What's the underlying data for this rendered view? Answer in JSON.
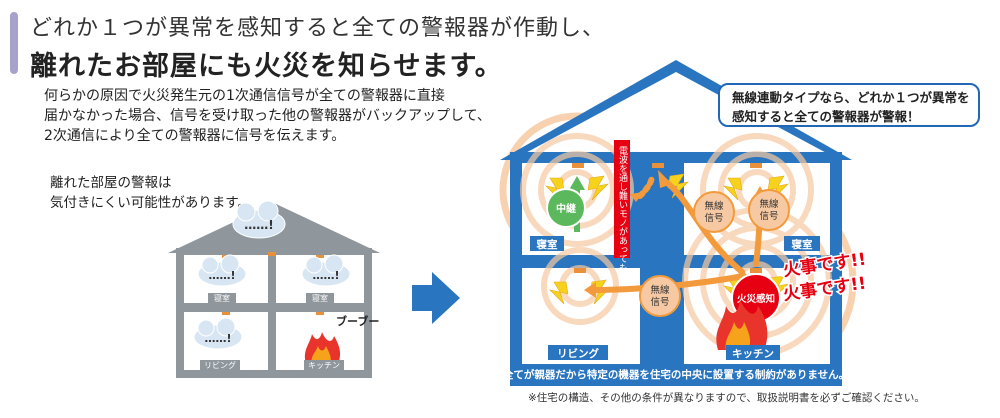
{
  "heading": {
    "line1": "どれか１つが異常を感知すると全ての警報器が作動し、",
    "line2": "離れたお部屋にも火災を知らせます。"
  },
  "description": [
    "何らかの原因で火災発生元の1次通信信号が全ての警報器に直接",
    "届かなかった場合、信号を受け取った他の警報器がバックアップして、",
    "2次通信により全ての警報器に信号を伝えます。"
  ],
  "left_house": {
    "note": [
      "離れた部屋の警報は",
      "気付きにくい可能性があります。"
    ],
    "bubble_text": "……!",
    "beep_text": "ブーブー",
    "rooms": {
      "bedroom_right": "寝室",
      "bedroom_left": "寝室",
      "living": "リビング",
      "kitchen": "キッチン"
    }
  },
  "right_house": {
    "callout": [
      "無線連動タイプなら、どれか１つが異常を",
      "感知すると全ての警報器が警報！"
    ],
    "relay_label": "中継",
    "wireless_label": [
      "無線",
      "信号"
    ],
    "fire_detect_label": "火災感知",
    "alarm_text": "火事です!!",
    "vertical_label": "電波を通し難いモノがあっても",
    "rooms": {
      "bedroom_left": "寝室",
      "bedroom_right": "寝室",
      "living": "リビング",
      "kitchen": "キッチン"
    },
    "bottom_banner": "全てが親器だから特定の機器を住宅の中央に設置する制約がありません。"
  },
  "footnote": "※住宅の構造、その他の条件が異なりますので、取扱説明書を必ずご確認ください。",
  "colors": {
    "accent_bar": "#a7a2cb",
    "house_blue": "#2a75c0",
    "house_gray": "#9aa0a6",
    "arrow_blue": "#2a75c0",
    "signal_orange": "#f39a3c",
    "ripple_peach": "#f7c9a2",
    "relay_green": "#5cb85c",
    "alarm_red": "#e60012"
  }
}
